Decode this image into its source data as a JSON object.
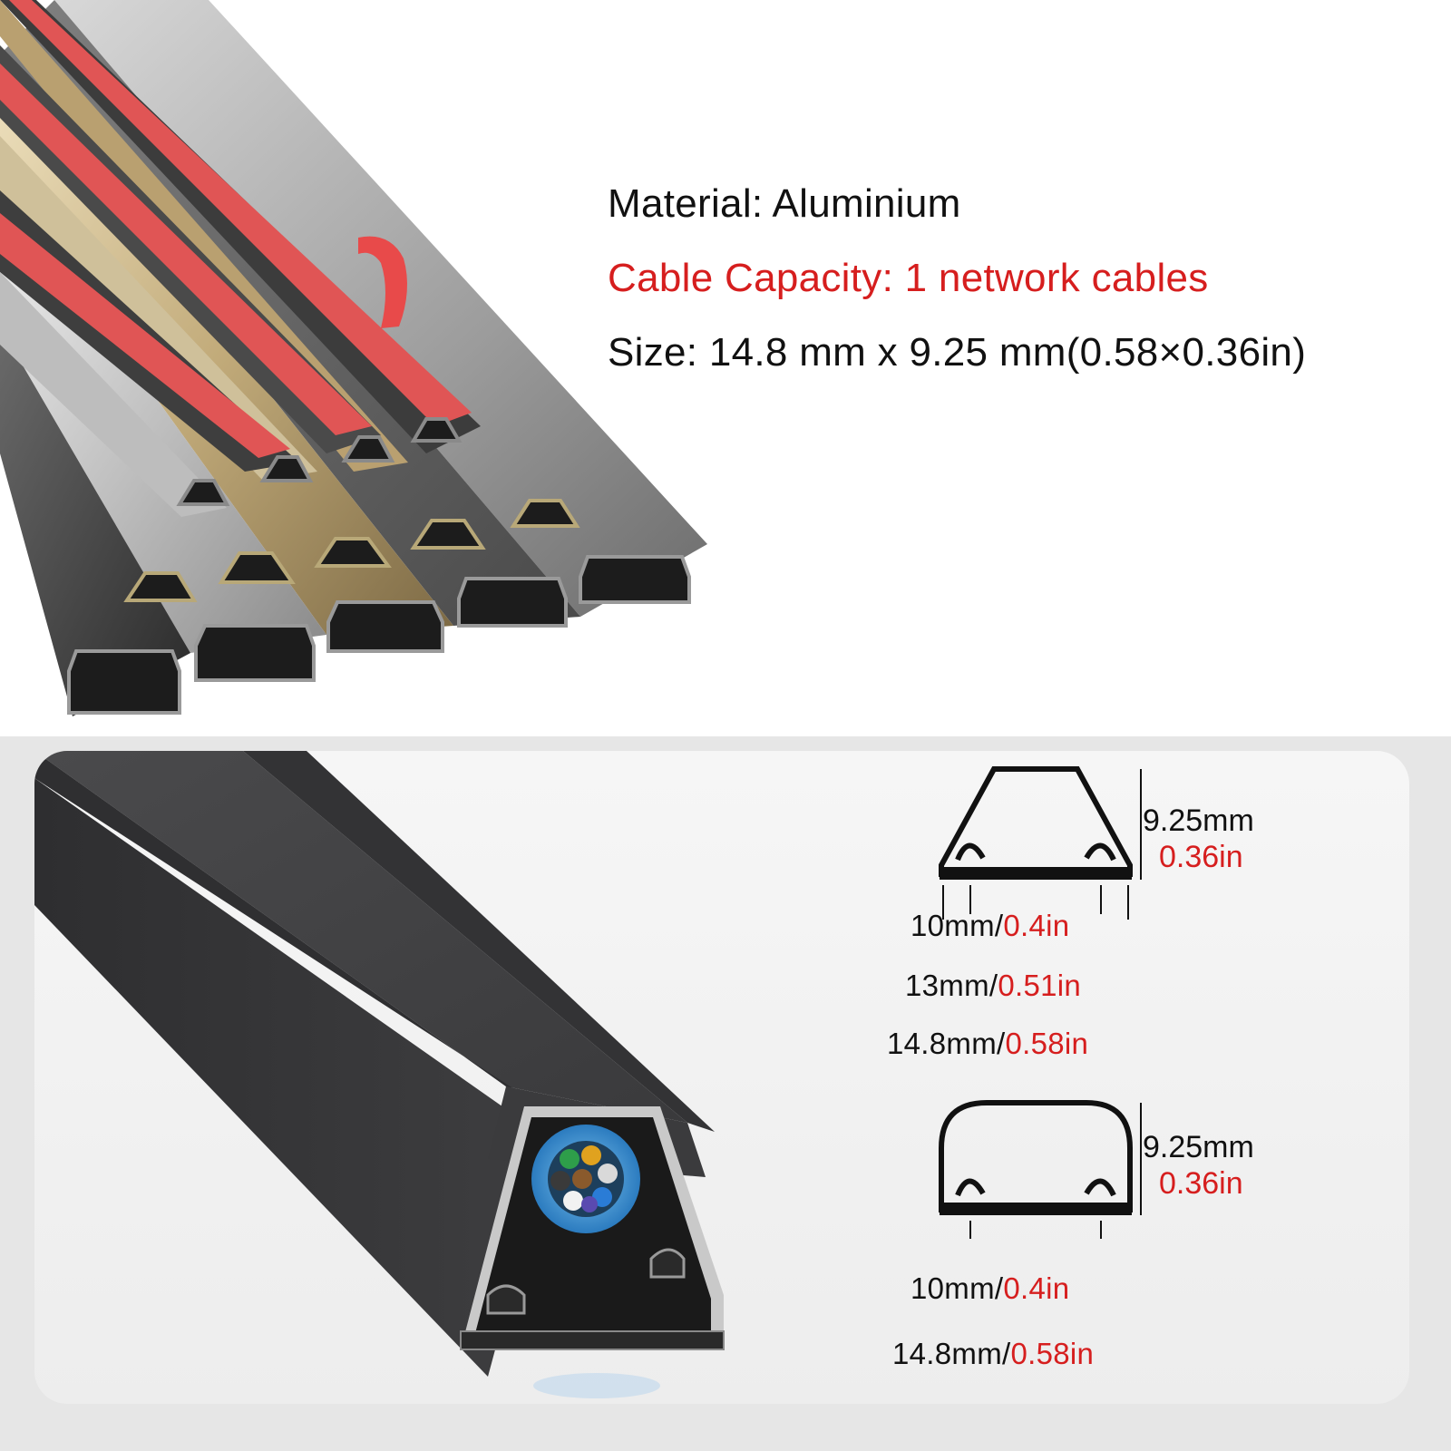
{
  "specs": {
    "material": "Material: Aluminium",
    "capacity": "Cable Capacity: 1 network cables",
    "size": "Size: 14.8 mm x 9.25 mm(0.58×0.36in)"
  },
  "colors": {
    "accent_red": "#d61e1e",
    "text_dark": "#111111",
    "channel_black": "#3a3a3c",
    "adhesive_red": "#e05555"
  },
  "profile_triangular": {
    "height_mm": "9.25mm",
    "height_in": "0.36in",
    "inner_mm": "10mm/",
    "inner_in": "0.4in",
    "mid_mm": "13mm/",
    "mid_in": "0.51in",
    "outer_mm": "14.8mm/",
    "outer_in": "0.58in"
  },
  "profile_rounded": {
    "height_mm": "9.25mm",
    "height_in": "0.36in",
    "inner_mm": "10mm/",
    "inner_in": "0.4in",
    "outer_mm": "14.8mm/",
    "outer_in": "0.58in"
  },
  "icons": [
    "cable-channel-stack-illustration",
    "cable-channel-closeup-illustration",
    "network-cable-icon",
    "profile-triangular-diagram",
    "profile-rounded-diagram"
  ]
}
